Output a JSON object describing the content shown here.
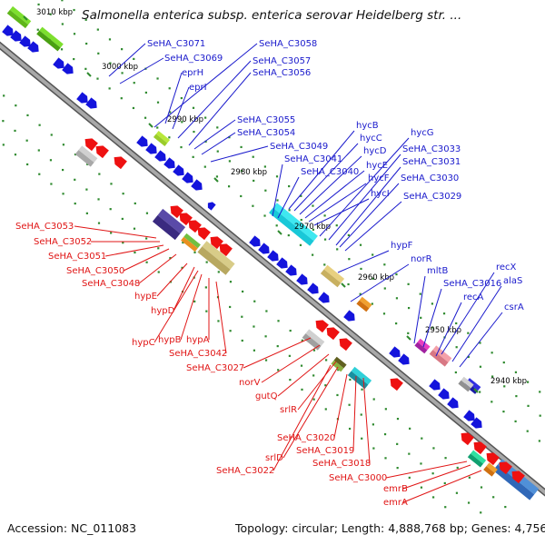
{
  "title": "Salmonella enterica subsp. enterica serovar Heidelberg str. ...",
  "footer": {
    "accession": "Accession: NC_011083",
    "summary": "Topology: circular; Length: 4,888,768 bp; Genes: 4,756"
  },
  "colors": {
    "backbone": "#8a8a8a",
    "plus_strand_label": "#1a1acc",
    "minus_strand_label": "#e01515",
    "tick": "#2f8a2f"
  },
  "scale_ticks": [
    "3010 kbp",
    "3000 kbp",
    "2990 kbp",
    "2980 kbp",
    "2970 kbp",
    "2960 kbp",
    "2950 kbp",
    "2940 kbp"
  ],
  "plus_strand_labels": [
    "SeHA_C3071",
    "SeHA_C3058",
    "SeHA_C3069",
    "SeHA_C3057",
    "SeHA_C3056",
    "eprH",
    "eprI",
    "SeHA_C3055",
    "SeHA_C3054",
    "SeHA_C3049",
    "hycB",
    "hycG",
    "hycC",
    "SeHA_C3033",
    "hycD",
    "SeHA_C3041",
    "SeHA_C3031",
    "SeHA_C3040",
    "hycE",
    "hycF",
    "SeHA_C3030",
    "hycI",
    "SeHA_C3029",
    "hypF",
    "norR",
    "mltB",
    "recX",
    "alaS",
    "SeHA_C3016",
    "recA",
    "csrA"
  ],
  "minus_strand_labels": [
    "SeHA_C3053",
    "SeHA_C3052",
    "SeHA_C3051",
    "SeHA_C3050",
    "SeHA_C3048",
    "hypE",
    "hypD",
    "hypC",
    "hypB",
    "hypA",
    "SeHA_C3042",
    "SeHA_C3027",
    "norV",
    "gutQ",
    "srlR",
    "SeHA_C3020",
    "SeHA_C3019",
    "srlD",
    "SeHA_C3018",
    "SeHA_C3022",
    "SeHA_C3000",
    "emrB",
    "emrA"
  ]
}
